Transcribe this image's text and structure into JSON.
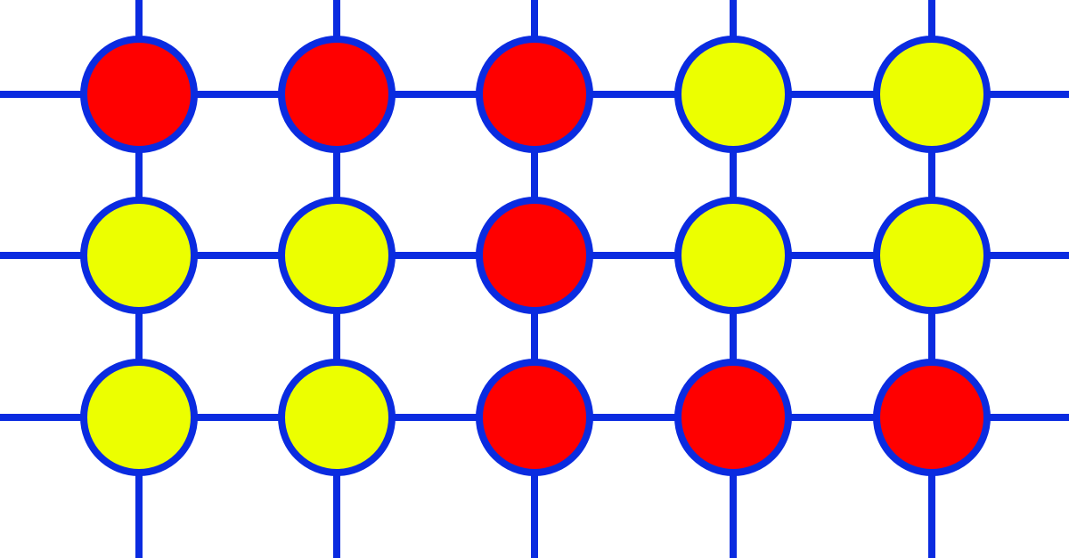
{
  "colors": {
    "background": "#ffffff",
    "line": "#0a2be0",
    "red": "#ff0000",
    "yellow": "#ecff00"
  },
  "grid": {
    "rows": [
      [
        "red",
        "red",
        "red",
        "yellow",
        "yellow"
      ],
      [
        "yellow",
        "yellow",
        "red",
        "yellow",
        "yellow"
      ],
      [
        "yellow",
        "yellow",
        "red",
        "red",
        "red"
      ]
    ]
  }
}
